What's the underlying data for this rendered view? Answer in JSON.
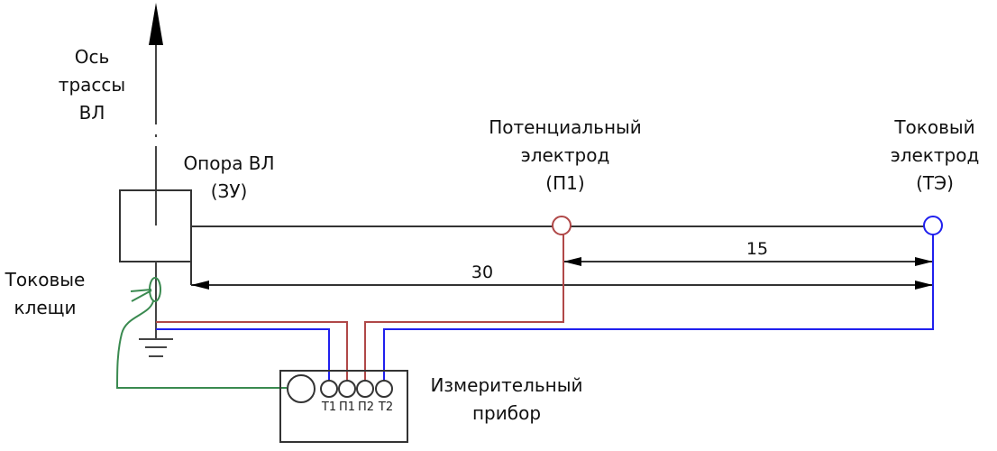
{
  "labels": {
    "route_axis": [
      "Ось",
      "трассы",
      "ВЛ"
    ],
    "pole": [
      "Опора ВЛ",
      "(ЗУ)"
    ],
    "potential_electrode": [
      "Потенциальный",
      "электрод",
      "(П1)"
    ],
    "current_electrode": [
      "Токовый",
      "электрод",
      "(ТЭ)"
    ],
    "current_clamps": [
      "Токовые",
      "клещи"
    ],
    "meter": [
      "Измерительный",
      "прибор"
    ]
  },
  "terminals": [
    "Т1",
    "П1",
    "П2",
    "Т2"
  ],
  "dimensions": {
    "d1": "15",
    "d2": "30"
  },
  "colors": {
    "line": "#333333",
    "potential": "#b04848",
    "current": "#2020ee",
    "clamp": "#3a8a50"
  }
}
